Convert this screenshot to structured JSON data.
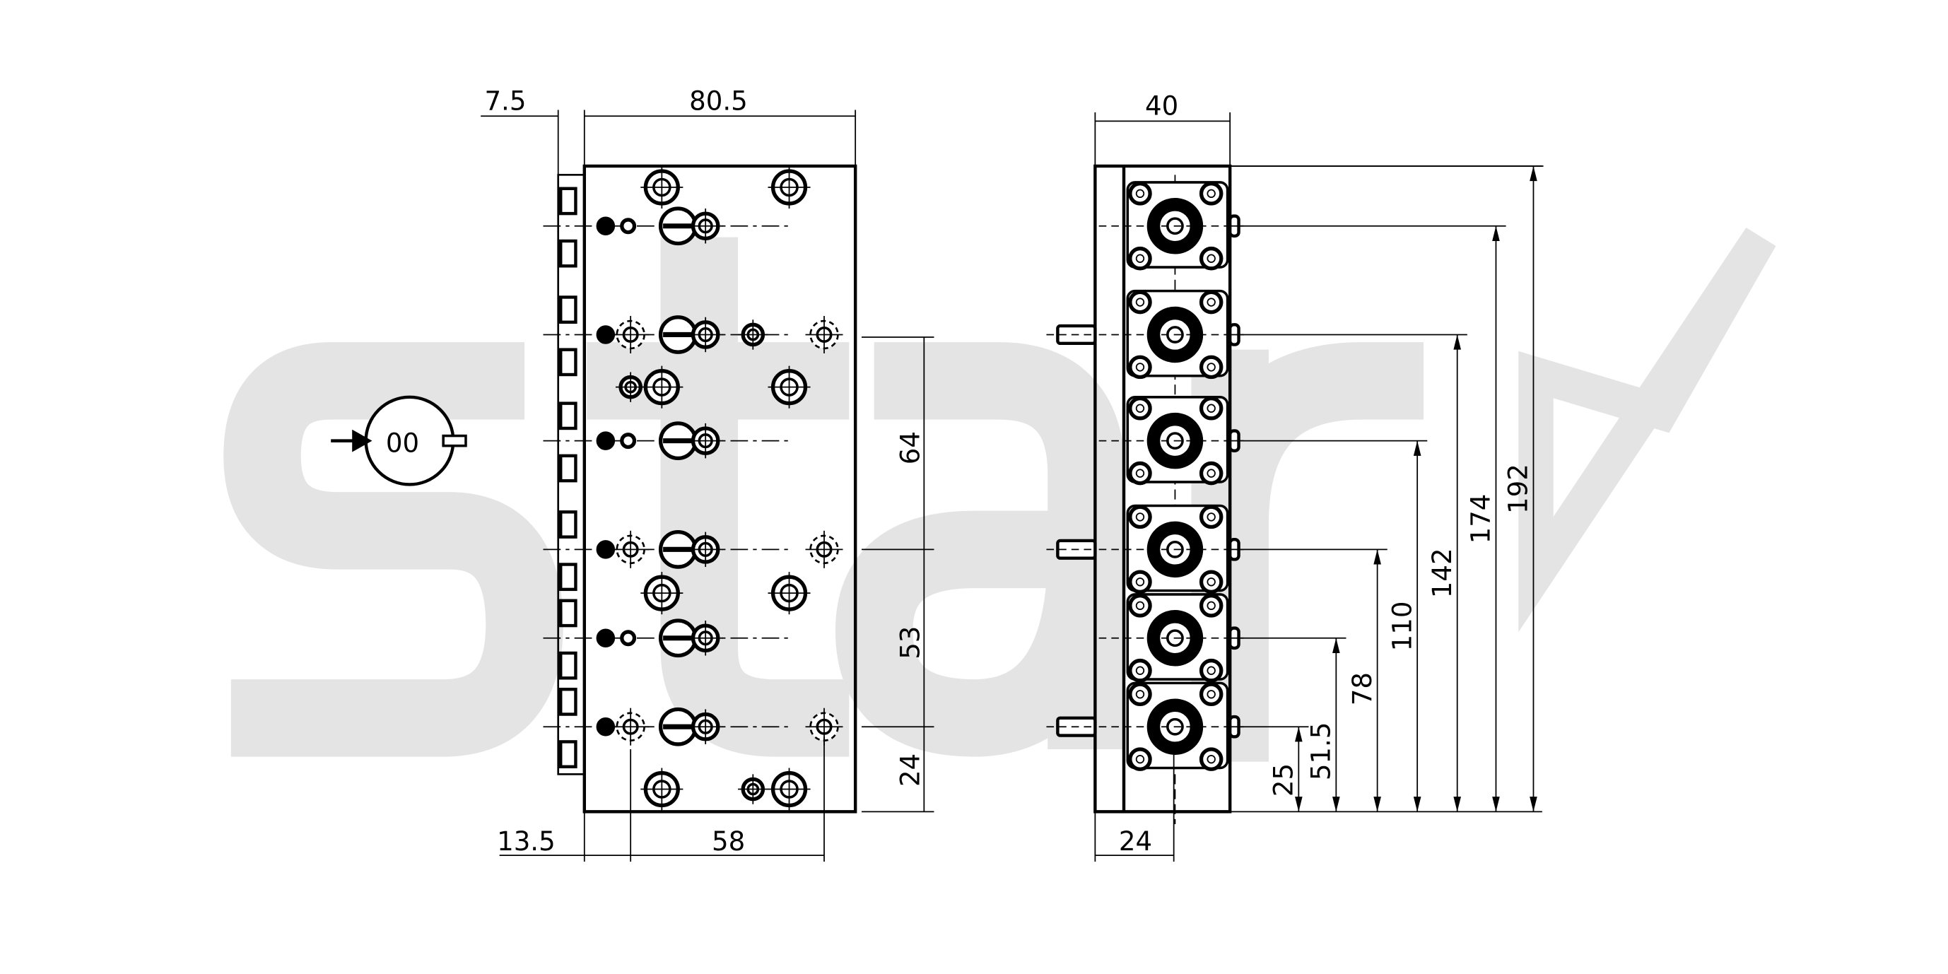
{
  "watermark": {
    "logo_text": "stark"
  },
  "left_view": {
    "dims": {
      "offset_top": "7.5",
      "width_top": "80.5",
      "offset_bottom": "13.5",
      "width_bottom": "58",
      "pitch_upper": "64",
      "pitch_lower": "53",
      "edge_bottom": "24"
    },
    "symbol_text": "00"
  },
  "right_view": {
    "dims": {
      "width_top": "40",
      "width_bottom": "24",
      "heights": [
        "25",
        "51.5",
        "78",
        "110",
        "142",
        "174",
        "192"
      ]
    }
  },
  "colors": {
    "line": "#000000",
    "watermark": "#e4e4e4"
  }
}
